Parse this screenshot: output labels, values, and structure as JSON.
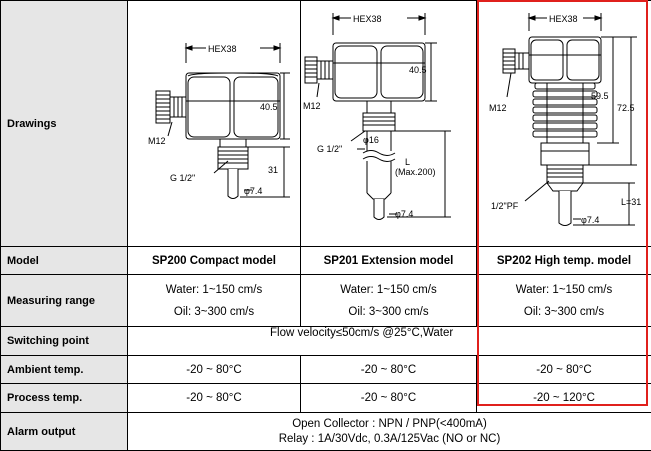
{
  "rows": {
    "drawings": "Drawings",
    "model": "Model",
    "measuring_range": "Measuring range",
    "switching_point": "Switching point",
    "ambient_temp": "Ambient temp.",
    "process_temp": "Process temp.",
    "alarm_output": "Alarm output"
  },
  "models": [
    {
      "name": "SP200 Compact model",
      "range_water": "Water: 1~150 cm/s",
      "range_oil": "Oil: 3~300 cm/s",
      "ambient": "-20 ~ 80°C",
      "process": "-20 ~ 80°C"
    },
    {
      "name": "SP201 Extension model",
      "range_water": "Water: 1~150 cm/s",
      "range_oil": "Oil: 3~300 cm/s",
      "ambient": "-20 ~ 80°C",
      "process": "-20 ~ 80°C"
    },
    {
      "name": "SP202 High temp. model",
      "range_water": "Water: 1~150 cm/s",
      "range_oil": "Oil: 3~300 cm/s",
      "ambient": "-20 ~ 80°C",
      "process": "-20 ~ 120°C"
    }
  ],
  "switching_point": "Flow velocity≤50cm/s @25°C,Water",
  "alarm_output": {
    "line1": "Open Collector : NPN / PNP(<400mA)",
    "line2": "Relay : 1A/30Vdc, 0.3A/125Vac (NO or NC)"
  },
  "drawings": {
    "sp200": {
      "hex": "HEX38",
      "height": "40.5",
      "m12": "M12",
      "g": "G 1/2\"",
      "len": "31",
      "dia": "φ7.4"
    },
    "sp201": {
      "hex": "HEX38",
      "height": "40.5",
      "m12": "M12",
      "g": "G 1/2\"",
      "dia16": "φ16",
      "len": "L",
      "len_max": "(Max.200)",
      "dia": "φ7.4"
    },
    "sp202": {
      "hex": "HEX38",
      "h1": "59.5",
      "h2": "72.5",
      "m12": "M12",
      "pf": "1/2\"PF",
      "len": "L=31",
      "dia": "φ7.4"
    }
  },
  "colors": {
    "highlight": "#e0201c",
    "row_header_bg": "#e6e6e6",
    "line": "#000000"
  }
}
